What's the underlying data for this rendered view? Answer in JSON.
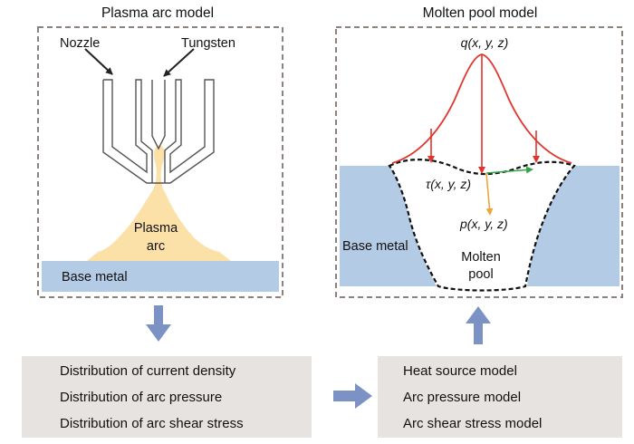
{
  "left_panel": {
    "title": "Plasma arc model",
    "nozzle_label": "Nozzle",
    "tungsten_label": "Tungsten",
    "plasma_label_line1": "Plasma",
    "plasma_label_line2": "arc",
    "base_metal_label": "Base metal"
  },
  "right_panel": {
    "title": "Molten pool model",
    "heat_flux_label": "q(x, y, z)",
    "shear_label": "τ(x, y, z)",
    "pressure_label": "p(x, y, z)",
    "base_metal_label": "Base metal",
    "pool_label_line1": "Molten",
    "pool_label_line2": "pool"
  },
  "left_box": {
    "lines": [
      "Distribution of current density",
      "Distribution of arc pressure",
      "Distribution of arc shear stress"
    ]
  },
  "right_box": {
    "lines": [
      "Heat source model",
      "Arc pressure model",
      "Arc shear stress model"
    ]
  },
  "colors": {
    "plasma": "#fbe0a8",
    "base_metal": "#b4cbe6",
    "arrow_blue": "#7c91c4",
    "gauss_red": "#e0352c",
    "shear_green": "#33a34a",
    "pressure_orange": "#f0a53a",
    "panel_border": "#8b817d",
    "box_gray": "#e7e3e0"
  }
}
